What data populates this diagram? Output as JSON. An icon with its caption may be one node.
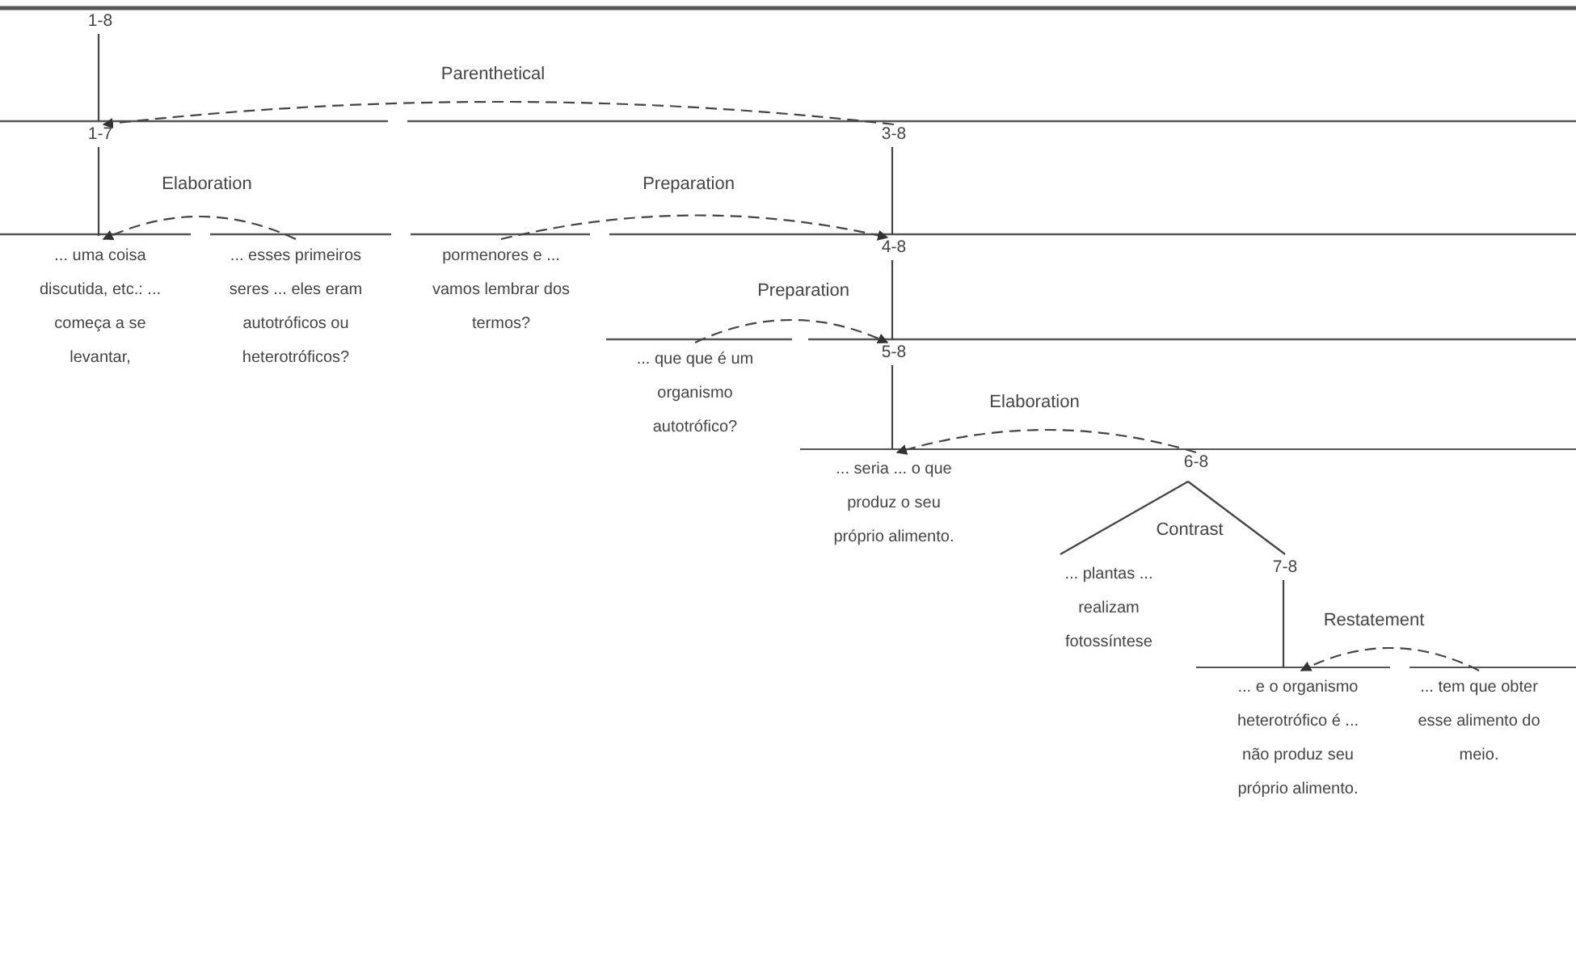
{
  "diagram": {
    "nodes": [
      {
        "text": [
          "1-8"
        ]
      },
      {
        "text": [
          "1-7"
        ]
      },
      {
        "text": [
          "3-8"
        ]
      },
      {
        "text": [
          "... uma coisa discutida, etc.: ... começa a se levantar,"
        ]
      },
      {
        "text": [
          "... esses primeiros seres ... eles eram autotróficos ou heterotróficos?"
        ]
      },
      {
        "text": [
          "pormenores e ... vamos lembrar dos termos?"
        ]
      },
      {
        "text": [
          "4-8"
        ]
      },
      {
        "text": [
          "... que que é um organismo autotrófico?"
        ]
      },
      {
        "text": [
          "5-8"
        ]
      },
      {
        "text": [
          "... seria ... o que produz o seu próprio alimento."
        ]
      },
      {
        "text": [
          "6-8"
        ]
      },
      {
        "text": [
          "... plantas ... realizam fotossíntese"
        ]
      },
      {
        "text": [
          "7-8"
        ]
      },
      {
        "text": [
          "... e o organismo heterotrófico é ... não produz seu próprio alimento."
        ]
      },
      {
        "text": [
          "... tem que obter esse alimento do meio."
        ]
      }
    ],
    "edges": [
      {
        "from": 0,
        "to": 1,
        "arrow": "none"
      },
      {
        "from": 2,
        "to": 1,
        "arrow": "to",
        "label": "Parenthetical",
        "style": "dashed"
      },
      {
        "from": 1,
        "to": 3,
        "arrow": "none"
      },
      {
        "from": 4,
        "to": 3,
        "arrow": "to",
        "label": "Elaboration",
        "style": "dashed"
      },
      {
        "from": 2,
        "to": 6,
        "arrow": "none"
      },
      {
        "from": 5,
        "to": 6,
        "arrow": "to",
        "label": "Preparation",
        "style": "dashed"
      },
      {
        "from": 6,
        "to": 8,
        "arrow": "none"
      },
      {
        "from": 7,
        "to": 8,
        "arrow": "to",
        "label": "Preparation",
        "style": "dashed"
      },
      {
        "from": 8,
        "to": 9,
        "arrow": "none"
      },
      {
        "from": 10,
        "to": 9,
        "arrow": "to",
        "label": "Elaboration",
        "style": "dashed"
      },
      {
        "from": 10,
        "to": 11,
        "arrow": "none",
        "label": "Contrast"
      },
      {
        "from": 10,
        "to": 12,
        "arrow": "none"
      },
      {
        "from": 12,
        "to": 13,
        "arrow": "none"
      },
      {
        "from": 14,
        "to": 13,
        "arrow": "to",
        "label": "Restatement",
        "style": "dashed"
      }
    ]
  }
}
